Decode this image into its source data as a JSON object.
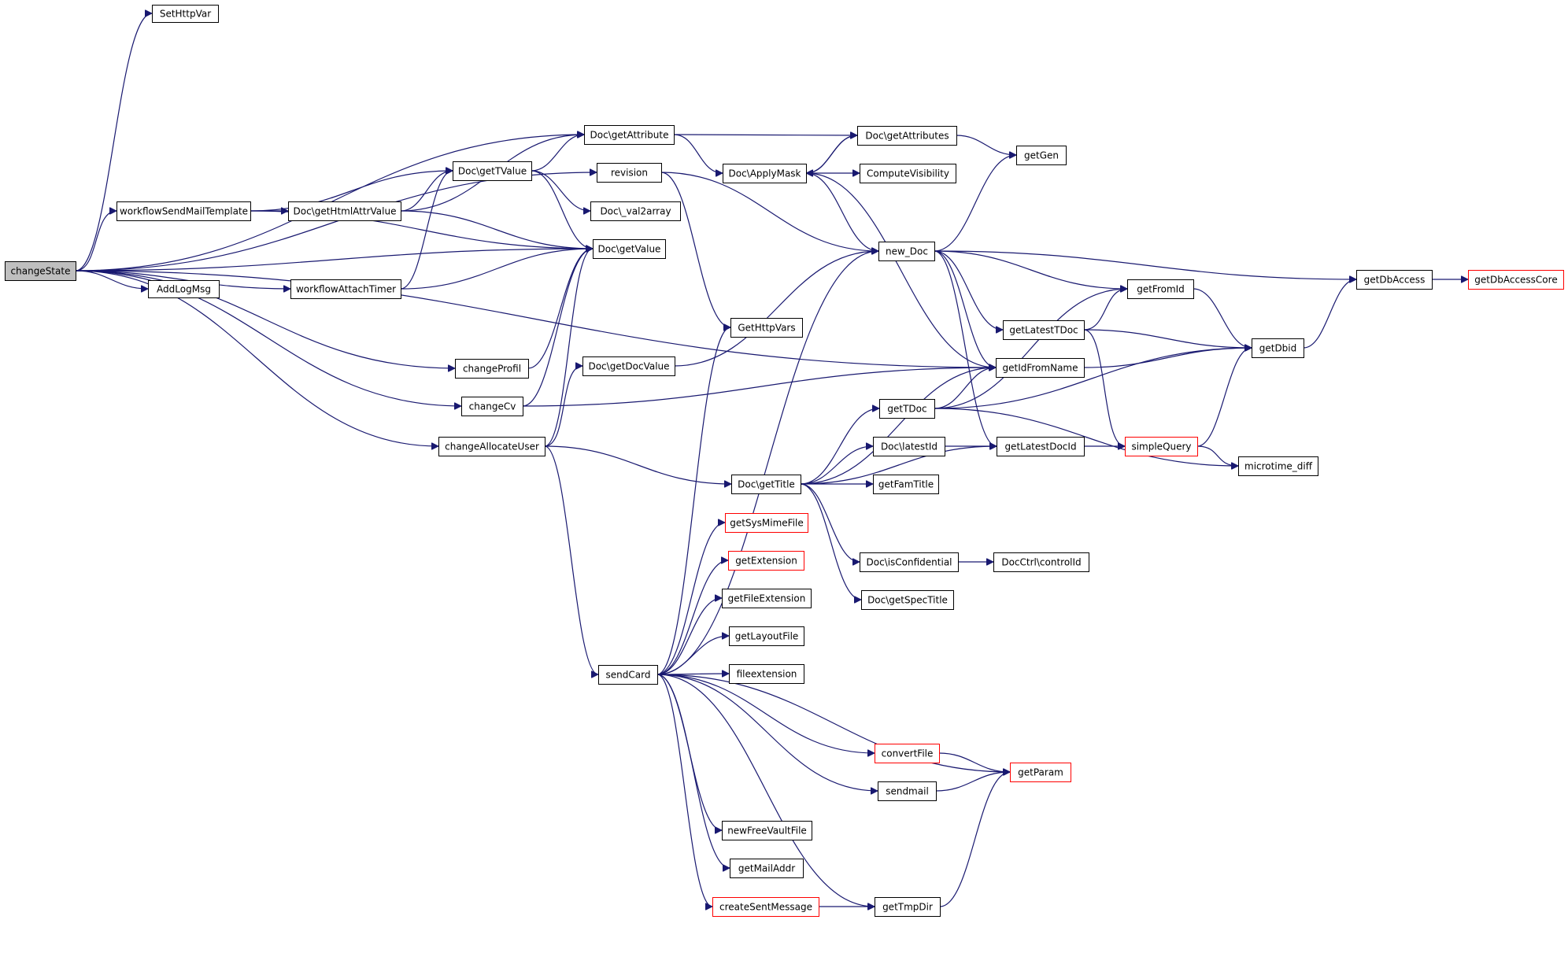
{
  "colors": {
    "edge": "#191970",
    "root_fill": "#bfbfbf",
    "box_border": "#000000",
    "highlight_border": "#ff0000"
  },
  "nodes": [
    {
      "id": "changeState",
      "label": "changeState",
      "style": "root"
    },
    {
      "id": "SetHttpVar",
      "label": "SetHttpVar"
    },
    {
      "id": "workflowSendMailTemplate",
      "label": "workflowSendMailTemplate"
    },
    {
      "id": "AddLogMsg",
      "label": "AddLogMsg"
    },
    {
      "id": "workflowAttachTimer",
      "label": "workflowAttachTimer"
    },
    {
      "id": "changeProfil",
      "label": "changeProfil"
    },
    {
      "id": "changeCv",
      "label": "changeCv"
    },
    {
      "id": "changeAllocateUser",
      "label": "changeAllocateUser"
    },
    {
      "id": "DocGetAttribute",
      "label": "Doc\\getAttribute"
    },
    {
      "id": "DocGetTValue",
      "label": "Doc\\getTValue"
    },
    {
      "id": "DocGetHtmlAttrValue",
      "label": "Doc\\getHtmlAttrValue"
    },
    {
      "id": "revision",
      "label": "revision"
    },
    {
      "id": "DocVal2array",
      "label": "Doc\\_val2array"
    },
    {
      "id": "DocGetValue",
      "label": "Doc\\getValue"
    },
    {
      "id": "DocGetDocValue",
      "label": "Doc\\getDocValue"
    },
    {
      "id": "sendCard",
      "label": "sendCard"
    },
    {
      "id": "DocGetAttributes",
      "label": "Doc\\getAttributes"
    },
    {
      "id": "DocApplyMask",
      "label": "Doc\\ApplyMask"
    },
    {
      "id": "ComputeVisibility",
      "label": "ComputeVisibility"
    },
    {
      "id": "getGen",
      "label": "getGen"
    },
    {
      "id": "newDoc",
      "label": "new_Doc"
    },
    {
      "id": "GetHttpVars",
      "label": "GetHttpVars"
    },
    {
      "id": "getFromId",
      "label": "getFromId"
    },
    {
      "id": "getLatestTDoc",
      "label": "getLatestTDoc"
    },
    {
      "id": "getIdFromName",
      "label": "getIdFromName"
    },
    {
      "id": "getDbAccess",
      "label": "getDbAccess"
    },
    {
      "id": "getDbAccessCore",
      "label": "getDbAccessCore",
      "style": "red"
    },
    {
      "id": "getDbid",
      "label": "getDbid"
    },
    {
      "id": "getTDoc",
      "label": "getTDoc"
    },
    {
      "id": "DocLatestId",
      "label": "Doc\\latestId"
    },
    {
      "id": "getLatestDocId",
      "label": "getLatestDocId"
    },
    {
      "id": "simpleQuery",
      "label": "simpleQuery",
      "style": "red"
    },
    {
      "id": "microtimeDiff",
      "label": "microtime_diff"
    },
    {
      "id": "DocGetTitle",
      "label": "Doc\\getTitle"
    },
    {
      "id": "getFamTitle",
      "label": "getFamTitle"
    },
    {
      "id": "DocIsConfidential",
      "label": "Doc\\isConfidential"
    },
    {
      "id": "DocCtrlControlId",
      "label": "DocCtrl\\controlId"
    },
    {
      "id": "DocGetSpecTitle",
      "label": "Doc\\getSpecTitle"
    },
    {
      "id": "getSysMimeFile",
      "label": "getSysMimeFile",
      "style": "red"
    },
    {
      "id": "getExtension",
      "label": "getExtension",
      "style": "red"
    },
    {
      "id": "getFileExtension",
      "label": "getFileExtension"
    },
    {
      "id": "getLayoutFile",
      "label": "getLayoutFile"
    },
    {
      "id": "fileextension",
      "label": "fileextension"
    },
    {
      "id": "convertFile",
      "label": "convertFile",
      "style": "red"
    },
    {
      "id": "getParam",
      "label": "getParam",
      "style": "red"
    },
    {
      "id": "sendmail",
      "label": "sendmail"
    },
    {
      "id": "newFreeVaultFile",
      "label": "newFreeVaultFile"
    },
    {
      "id": "getMailAddr",
      "label": "getMailAddr"
    },
    {
      "id": "createSentMessage",
      "label": "createSentMessage",
      "style": "red"
    },
    {
      "id": "getTmpDir",
      "label": "getTmpDir"
    }
  ],
  "edges": [
    {
      "from": "changeState",
      "to": "SetHttpVar"
    },
    {
      "from": "changeState",
      "to": "DocGetAttribute"
    },
    {
      "from": "changeState",
      "to": "revision"
    },
    {
      "from": "changeState",
      "to": "workflowSendMailTemplate"
    },
    {
      "from": "changeState",
      "to": "DocGetValue"
    },
    {
      "from": "changeState",
      "to": "workflowAttachTimer"
    },
    {
      "from": "changeState",
      "to": "AddLogMsg"
    },
    {
      "from": "changeState",
      "to": "getIdFromName"
    },
    {
      "from": "changeState",
      "to": "changeProfil"
    },
    {
      "from": "changeState",
      "to": "changeCv"
    },
    {
      "from": "changeState",
      "to": "changeAllocateUser"
    },
    {
      "from": "workflowSendMailTemplate",
      "to": "DocGetTValue"
    },
    {
      "from": "workflowSendMailTemplate",
      "to": "DocGetHtmlAttrValue"
    },
    {
      "from": "workflowSendMailTemplate",
      "to": "DocGetValue"
    },
    {
      "from": "DocGetHtmlAttrValue",
      "to": "DocGetAttribute"
    },
    {
      "from": "DocGetHtmlAttrValue",
      "to": "DocGetTValue"
    },
    {
      "from": "DocGetHtmlAttrValue",
      "to": "DocGetValue"
    },
    {
      "from": "workflowAttachTimer",
      "to": "DocGetTValue"
    },
    {
      "from": "workflowAttachTimer",
      "to": "DocGetValue"
    },
    {
      "from": "DocGetTValue",
      "to": "DocGetAttribute"
    },
    {
      "from": "DocGetTValue",
      "to": "DocVal2array"
    },
    {
      "from": "DocGetTValue",
      "to": "DocGetValue"
    },
    {
      "from": "changeProfil",
      "to": "DocGetValue"
    },
    {
      "from": "changeCv",
      "to": "DocGetValue"
    },
    {
      "from": "changeCv",
      "to": "getIdFromName"
    },
    {
      "from": "changeAllocateUser",
      "to": "DocGetValue"
    },
    {
      "from": "changeAllocateUser",
      "to": "DocGetDocValue"
    },
    {
      "from": "changeAllocateUser",
      "to": "DocGetTitle"
    },
    {
      "from": "changeAllocateUser",
      "to": "sendCard"
    },
    {
      "from": "DocGetAttribute",
      "to": "DocGetAttributes"
    },
    {
      "from": "DocGetAttribute",
      "to": "DocApplyMask"
    },
    {
      "from": "revision",
      "to": "GetHttpVars"
    },
    {
      "from": "revision",
      "to": "newDoc"
    },
    {
      "from": "DocGetDocValue",
      "to": "newDoc"
    },
    {
      "from": "DocApplyMask",
      "to": "DocGetAttributes"
    },
    {
      "from": "DocApplyMask",
      "to": "ComputeVisibility"
    },
    {
      "from": "DocApplyMask",
      "to": "newDoc"
    },
    {
      "from": "DocApplyMask",
      "to": "getIdFromName"
    },
    {
      "from": "DocGetAttributes",
      "to": "DocApplyMask"
    },
    {
      "from": "DocGetAttributes",
      "to": "getGen"
    },
    {
      "from": "newDoc",
      "to": "getGen"
    },
    {
      "from": "newDoc",
      "to": "getDbAccess"
    },
    {
      "from": "newDoc",
      "to": "getFromId"
    },
    {
      "from": "newDoc",
      "to": "getLatestTDoc"
    },
    {
      "from": "newDoc",
      "to": "getIdFromName"
    },
    {
      "from": "newDoc",
      "to": "getLatestDocId"
    },
    {
      "from": "getDbAccess",
      "to": "getDbAccessCore"
    },
    {
      "from": "getFromId",
      "to": "getDbid"
    },
    {
      "from": "getLatestTDoc",
      "to": "getFromId"
    },
    {
      "from": "getLatestTDoc",
      "to": "getDbid"
    },
    {
      "from": "getLatestTDoc",
      "to": "simpleQuery"
    },
    {
      "from": "getIdFromName",
      "to": "getDbid"
    },
    {
      "from": "getDbid",
      "to": "getDbAccess"
    },
    {
      "from": "getTDoc",
      "to": "getFromId"
    },
    {
      "from": "getTDoc",
      "to": "getIdFromName"
    },
    {
      "from": "getTDoc",
      "to": "getDbid"
    },
    {
      "from": "getTDoc",
      "to": "microtimeDiff"
    },
    {
      "from": "DocLatestId",
      "to": "getLatestDocId"
    },
    {
      "from": "getLatestDocId",
      "to": "simpleQuery"
    },
    {
      "from": "simpleQuery",
      "to": "getDbid"
    },
    {
      "from": "simpleQuery",
      "to": "microtimeDiff"
    },
    {
      "from": "DocGetTitle",
      "to": "getTDoc"
    },
    {
      "from": "DocGetTitle",
      "to": "getIdFromName"
    },
    {
      "from": "DocGetTitle",
      "to": "DocLatestId"
    },
    {
      "from": "DocGetTitle",
      "to": "getFamTitle"
    },
    {
      "from": "DocGetTitle",
      "to": "getLatestDocId"
    },
    {
      "from": "DocGetTitle",
      "to": "DocIsConfidential"
    },
    {
      "from": "DocGetTitle",
      "to": "DocGetSpecTitle"
    },
    {
      "from": "DocIsConfidential",
      "to": "DocCtrlControlId"
    },
    {
      "from": "sendCard",
      "to": "newDoc"
    },
    {
      "from": "sendCard",
      "to": "GetHttpVars"
    },
    {
      "from": "sendCard",
      "to": "getSysMimeFile"
    },
    {
      "from": "sendCard",
      "to": "getExtension"
    },
    {
      "from": "sendCard",
      "to": "getFileExtension"
    },
    {
      "from": "sendCard",
      "to": "getLayoutFile"
    },
    {
      "from": "sendCard",
      "to": "fileextension"
    },
    {
      "from": "sendCard",
      "to": "getParam"
    },
    {
      "from": "sendCard",
      "to": "convertFile"
    },
    {
      "from": "sendCard",
      "to": "sendmail"
    },
    {
      "from": "sendCard",
      "to": "newFreeVaultFile"
    },
    {
      "from": "sendCard",
      "to": "getMailAddr"
    },
    {
      "from": "sendCard",
      "to": "createSentMessage"
    },
    {
      "from": "sendCard",
      "to": "getTmpDir"
    },
    {
      "from": "convertFile",
      "to": "getParam"
    },
    {
      "from": "sendmail",
      "to": "getParam"
    },
    {
      "from": "createSentMessage",
      "to": "getTmpDir"
    },
    {
      "from": "getTmpDir",
      "to": "getParam"
    }
  ]
}
